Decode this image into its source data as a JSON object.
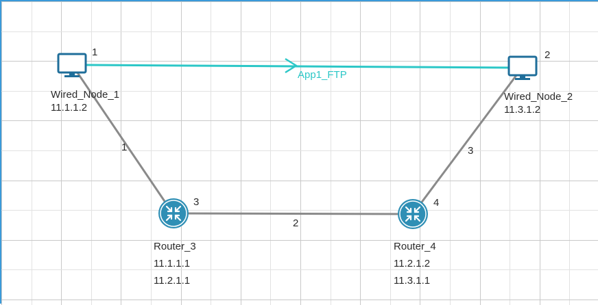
{
  "colors": {
    "grid_major": "#c8c8c8",
    "grid_minor": "#e2e2e2",
    "link": "#8a8a8a",
    "application": "#2cc7c7",
    "router_fill": "#2f8fb5",
    "node_fill": "#1f6e9a",
    "border": "#3a9ad9"
  },
  "nodes": [
    {
      "name": "Wired_Node_1",
      "id": "1",
      "ip": "11.1.1.2",
      "icon": "desktop-computer-icon"
    },
    {
      "name": "Wired_Node_2",
      "id": "2",
      "ip": "11.3.1.2",
      "icon": "desktop-computer-icon"
    },
    {
      "name": "Router_3",
      "id": "3",
      "ips": [
        "11.1.1.1",
        "11.2.1.1"
      ],
      "icon": "router-icon"
    },
    {
      "name": "Router_4",
      "id": "4",
      "ips": [
        "11.2.1.2",
        "11.3.1.1"
      ],
      "icon": "router-icon"
    }
  ],
  "links": [
    {
      "id": "1",
      "from": "Wired_Node_1",
      "to": "Router_3"
    },
    {
      "id": "2",
      "from": "Router_3",
      "to": "Router_4"
    },
    {
      "id": "3",
      "from": "Router_4",
      "to": "Wired_Node_2"
    }
  ],
  "application": {
    "name": "App1_FTP",
    "from": "Wired_Node_1",
    "to": "Wired_Node_2"
  }
}
